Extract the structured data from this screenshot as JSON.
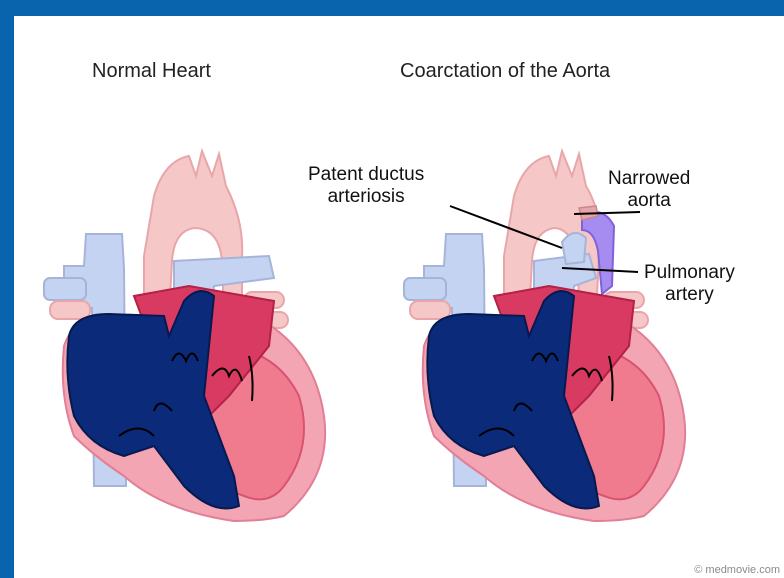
{
  "titles": {
    "left": "Normal Heart",
    "right": "Coarctation of the Aorta"
  },
  "labels": {
    "patent_ductus_line1": "Patent ductus",
    "patent_ductus_line2": "arteriosis",
    "narrowed_line1": "Narrowed",
    "narrowed_line2": "aorta",
    "pulmonary_line1": "Pulmonary",
    "pulmonary_line2": "artery"
  },
  "credit": "© medmovie.com",
  "colors": {
    "frame": "#0a63ad",
    "aorta": "#f6c7c7",
    "vena_cava": "#c5d3f2",
    "right_heart": "#0b2a7a",
    "left_atrium": "#d93a62",
    "left_ventricle": "#f07a8e",
    "myocardium": "#f4a5b4",
    "ductus": "#a68cf0"
  }
}
